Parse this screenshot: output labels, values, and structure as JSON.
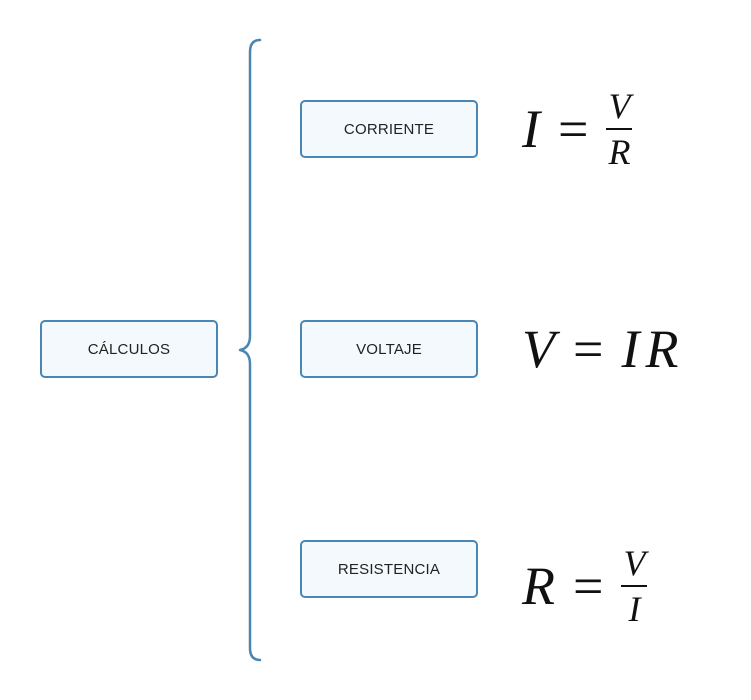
{
  "nodes": {
    "main": "CÁLCULOS",
    "corriente": "CORRIENTE",
    "voltaje": "VOLTAJE",
    "resistencia": "RESISTENCIA"
  },
  "formulas": {
    "corriente": {
      "lhs": "I",
      "eq": "=",
      "num": "V",
      "den": "R"
    },
    "voltaje": {
      "lhs": "V",
      "eq": "=",
      "rhs1": "I",
      "rhs2": "R"
    },
    "resistencia": {
      "lhs": "R",
      "eq": "=",
      "num": "V",
      "den": "I"
    }
  },
  "colors": {
    "border": "#4a86b4",
    "box_fill": "#f3f9fc",
    "brace": "#4a86b4"
  }
}
